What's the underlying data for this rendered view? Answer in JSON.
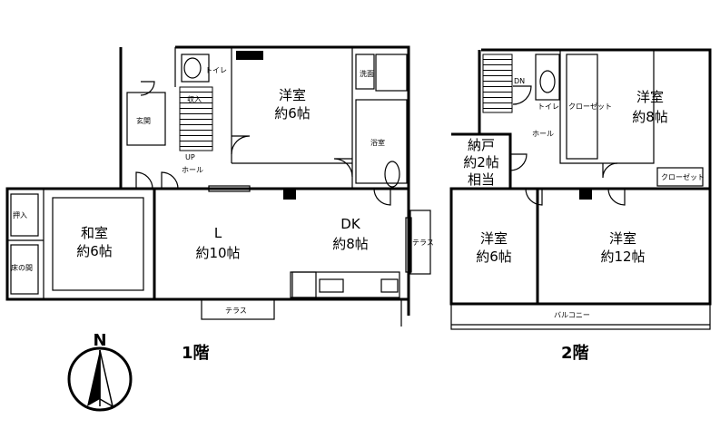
{
  "floor1": {
    "caption": "1階",
    "rooms": {
      "youshitsu": {
        "name": "洋室",
        "size": "約6帖"
      },
      "washitsu": {
        "name": "和室",
        "size": "約6帖"
      },
      "living": {
        "name": "L",
        "size": "約10帖"
      },
      "dk": {
        "name": "DK",
        "size": "約8帖"
      }
    },
    "labels": {
      "toilet": "トイレ",
      "storage": "収入",
      "washroom": "洗面",
      "bath": "浴室",
      "entrance": "玄関",
      "up": "UP",
      "hall": "ホール",
      "oshiire": "押入",
      "tokonoma": "床の間",
      "terrace_bottom": "テラス",
      "terrace_right": "テラス"
    }
  },
  "floor2": {
    "caption": "2階",
    "rooms": {
      "youshitsu_ne": {
        "name": "洋室",
        "size": "約8帖"
      },
      "nando": {
        "name": "納戸",
        "size": "約2帖",
        "note": "相当"
      },
      "youshitsu_sw": {
        "name": "洋室",
        "size": "約6帖"
      },
      "youshitsu_se": {
        "name": "洋室",
        "size": "約12帖"
      }
    },
    "labels": {
      "dn": "DN",
      "toilet": "トイレ",
      "closet": "クローゼット",
      "closet2": "クローゼット",
      "hall": "ホール",
      "balcony": "バルコニー"
    }
  },
  "compass": {
    "north": "N"
  }
}
